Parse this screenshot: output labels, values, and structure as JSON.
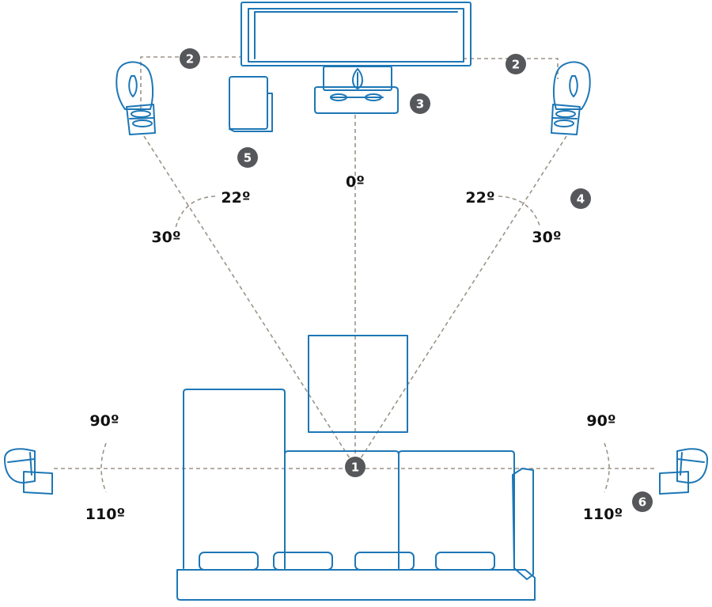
{
  "colors": {
    "outline": "#1d77b6",
    "guide": "#9b9488",
    "badge": "#55575a",
    "text": "#111111"
  },
  "angles": {
    "center": "0º",
    "front_left_inner": "22º",
    "front_left_outer": "30º",
    "front_right_inner": "22º",
    "front_right_outer": "30º",
    "side_left_top": "90º",
    "side_left_bottom": "110º",
    "side_right_top": "90º",
    "side_right_bottom": "110º"
  },
  "badges": {
    "listener": "1",
    "front_left": "2",
    "front_right": "2",
    "center": "3",
    "front_right_label": "4",
    "subwoofer": "5",
    "surround_right": "6"
  },
  "icons": {
    "tv": "tv-icon",
    "front_speaker": "front-speaker-icon",
    "center_speaker": "center-speaker-icon",
    "subwoofer": "subwoofer-icon",
    "surround_speaker": "surround-speaker-icon",
    "table": "coffee-table-icon",
    "sofa": "sofa-icon"
  }
}
